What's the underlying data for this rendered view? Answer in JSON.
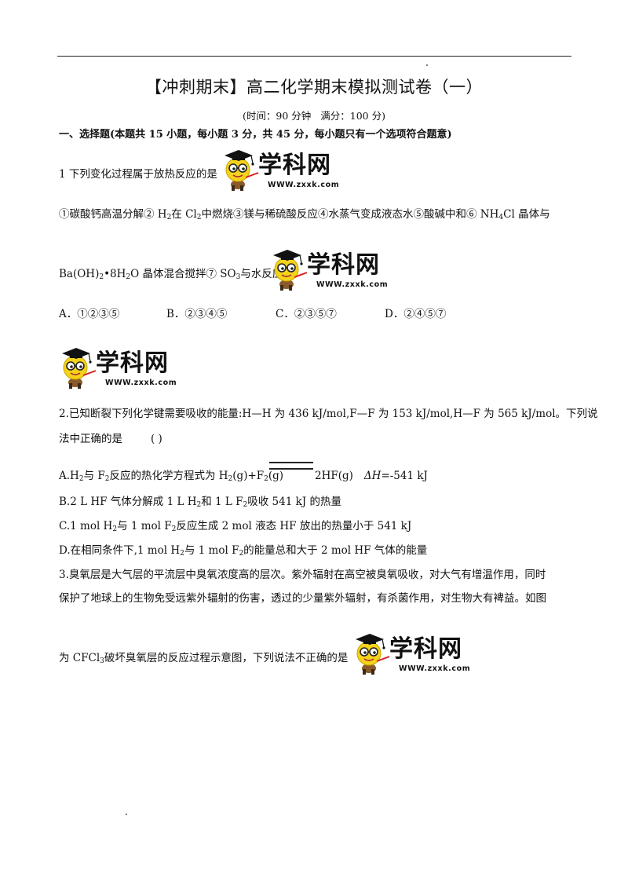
{
  "header": {
    "title": "【冲刺期末】高二化学期末模拟测试卷（一）",
    "time_note": "(时间：90 分钟",
    "score_note": "满分：100 分)"
  },
  "section1": {
    "heading": "一、选择题(本题共 15 小题，每小题 3 分，共 45 分，每小题只有一个选项符合题意)"
  },
  "logo": {
    "brand": "学科网",
    "url": "WWW.zxxk.com"
  },
  "q1": {
    "stem": "1 下列变化过程属于放热反应的是",
    "items_line1": {
      "a": "①碳酸钙高温分解② H",
      "b": "在 Cl",
      "c": "中燃烧③镁与稀硫酸反应④水蒸气变成液态水⑤酸碱中和⑥ NH",
      "d": "Cl 晶体与",
      "sub2": "2",
      "sub4": "4"
    },
    "items_line2": {
      "a": "Ba(OH)",
      "b": "•8H",
      "c": "O 晶体混合搅拌⑦ SO",
      "d": "与水反应",
      "sub2": "2",
      "sub3": "3"
    },
    "options": [
      "A．①②③⑤",
      "B．②③④⑤",
      "C．②③⑤⑦",
      "D．②④⑤⑦"
    ]
  },
  "q2": {
    "stem_line1": "2.已知断裂下列化学键需要吸收的能量:H—H 为 436 kJ/mol,F—F 为 153 kJ/mol,H—F 为 565 kJ/mol。下列说",
    "stem_line2": "法中正确的是",
    "paren": "(      )",
    "optA": {
      "a": "A.H",
      "b": "与 F",
      "c": "反应的热化学方程式为 H",
      "d": "(g)+F",
      "e": "(g)",
      "f": "2HF(g)",
      "dh": "ΔH",
      "g": "=-541 kJ",
      "sub2": "2"
    },
    "optB": {
      "a": "B.2 L HF 气体分解成 1 L H",
      "b": "和 1 L F",
      "c": "吸收 541 kJ 的热量",
      "sub2": "2"
    },
    "optC": {
      "a": "C.1 mol H",
      "b": "与 1 mol F",
      "c": "反应生成 2 mol 液态 HF 放出的热量小于 541 kJ",
      "sub2": "2"
    },
    "optD": {
      "a": "D.在相同条件下,1 mol H",
      "b": "与 1 mol F",
      "c": "的能量总和大于 2 mol HF 气体的能量",
      "sub2": "2"
    }
  },
  "q3": {
    "line1": "3.臭氧层是大气层的平流层中臭氧浓度高的层次。紫外辐射在高空被臭氧吸收，对大气有增温作用，同时",
    "line2": "保护了地球上的生物免受远紫外辐射的伤害，透过的少量紫外辐射，有杀菌作用，对生物大有裨益。如图",
    "line3a": "为 CFCl",
    "line3b": "破坏臭氧层的反应过程示意图，下列说法不正确的是",
    "sub3": "3"
  }
}
